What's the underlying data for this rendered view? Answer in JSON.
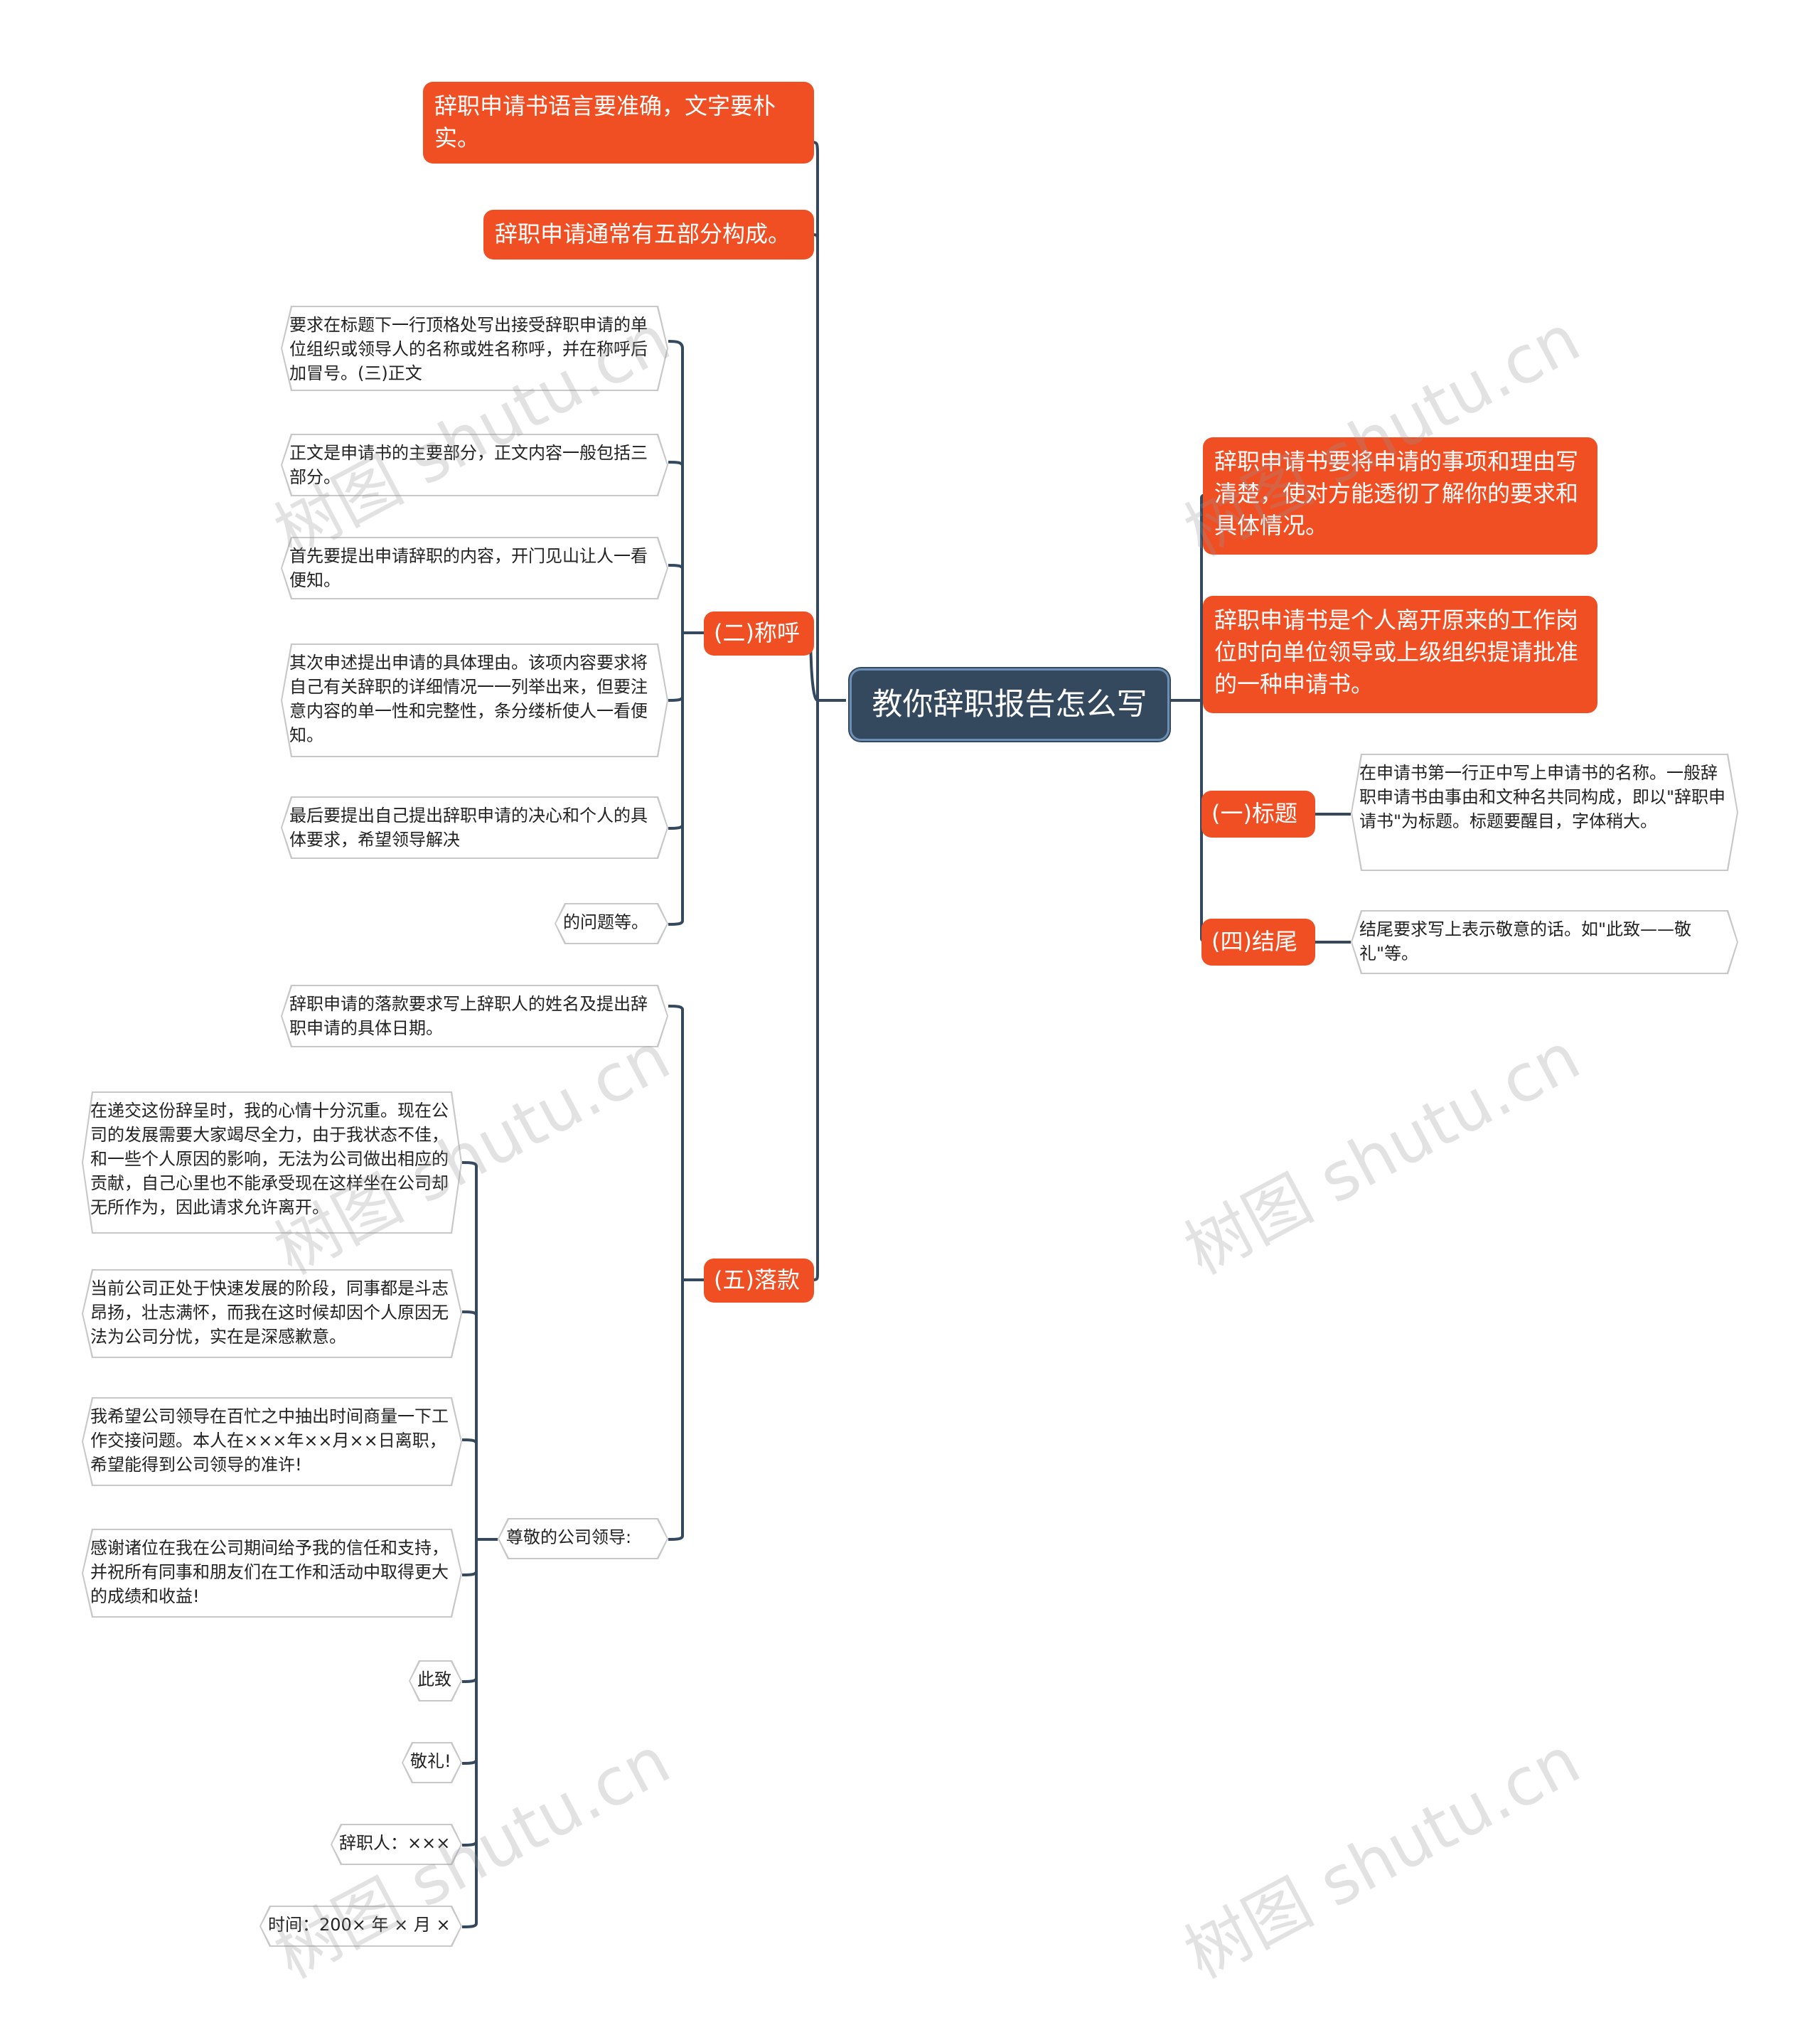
{
  "root": "教你辞职报告怎么写",
  "left_top": [
    "辞职申请书语言要准确，文字要朴实。",
    "辞职申请通常有五部分构成。"
  ],
  "branch_chenghu": {
    "label": "(二)称呼",
    "items": [
      "要求在标题下一行顶格处写出接受辞职申请的单位组织或领导人的名称或姓名称呼，并在称呼后加冒号。(三)正文",
      "正文是申请书的主要部分，正文内容一般包括三部分。",
      "首先要提出申请辞职的内容，开门见山让人一看便知。",
      "其次申述提出申请的具体理由。该项内容要求将自己有关辞职的详细情况一一列举出来，但要注意内容的单一性和完整性，条分缕析使人一看便知。",
      "最后要提出自己提出辞职申请的决心和个人的具体要求，希望领导解决",
      "的问题等。"
    ]
  },
  "branch_luokuan": {
    "label": "(五)落款",
    "items": [
      "辞职申请的落款要求写上辞职人的姓名及提出辞职申请的具体日期。"
    ],
    "sub_label": "尊敬的公司领导:",
    "sub_items": [
      "在递交这份辞呈时，我的心情十分沉重。现在公司的发展需要大家竭尽全力，由于我状态不佳，和一些个人原因的影响，无法为公司做出相应的贡献，自己心里也不能承受现在这样坐在公司却无所作为，因此请求允许离开。",
      "当前公司正处于快速发展的阶段，同事都是斗志昂扬，壮志满怀，而我在这时候却因个人原因无法为公司分忧，实在是深感歉意。",
      "我希望公司领导在百忙之中抽出时间商量一下工作交接问题。本人在×××年××月××日离职，希望能得到公司领导的准许!",
      "感谢诸位在我在公司期间给予我的信任和支持，并祝所有同事和朋友们在工作和活动中取得更大的成绩和收益!",
      "此致",
      "敬礼!",
      "辞职人：×××",
      "时间：200× 年 × 月 ×"
    ]
  },
  "right_top": [
    "辞职申请书要将申请的事项和理由写清楚，使对方能透彻了解你的要求和具体情况。",
    "辞职申请书是个人离开原来的工作岗位时向单位领导或上级组织提请批准的一种申请书。"
  ],
  "branch_biaoti": {
    "label": "(一)标题",
    "item": "在申请书第一行正中写上申请书的名称。一般辞职申请书由事由和文种名共同构成，即以\"辞职申请书\"为标题。标题要醒目，字体稍大。"
  },
  "branch_jiewei": {
    "label": "(四)结尾",
    "item": "结尾要求写上表示敬意的话。如\"此致——敬礼\"等。"
  },
  "watermark": "树图 shutu.cn",
  "colors": {
    "root": "#34495e",
    "accent": "#f04e23",
    "line": "#34495e"
  }
}
